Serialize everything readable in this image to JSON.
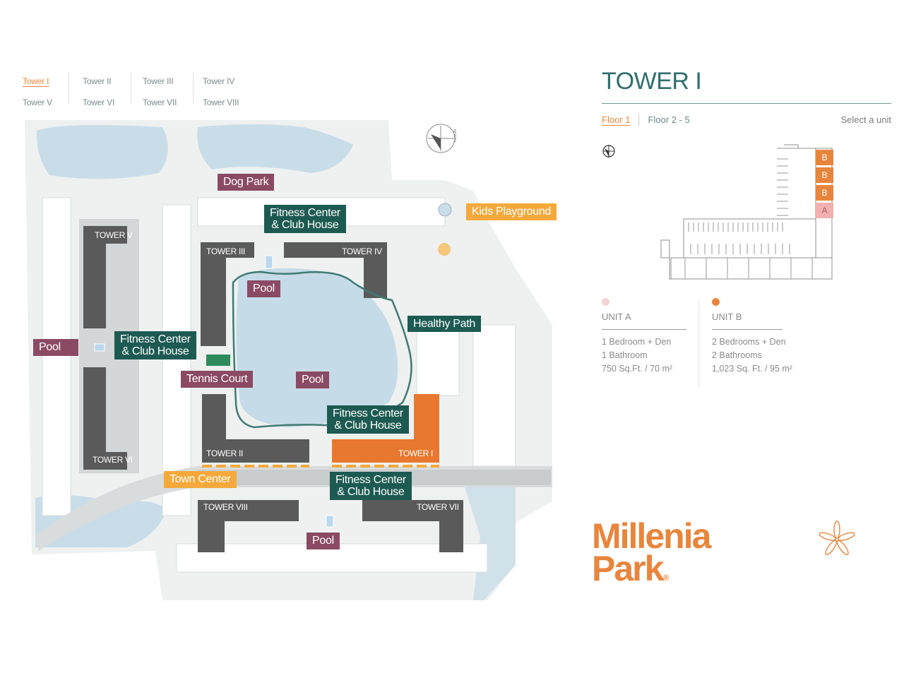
{
  "tower_nav": [
    "Tower I",
    "Tower II",
    "Tower III",
    "Tower IV",
    "Tower V",
    "Tower VI",
    "Tower VII",
    "Tower VIII"
  ],
  "map": {
    "dog_park": "Dog Park",
    "kids_playground": "Kids Playground",
    "healthy_path": "Healthy Path",
    "tennis_court": "Tennis Court",
    "town_center": "Town Center",
    "pool": "Pool",
    "fitness_line1": "Fitness Center",
    "fitness_line2": "& Club House",
    "compass": "NORTH",
    "towers": {
      "t1": "TOWER I",
      "t2": "TOWER II",
      "t3": "TOWER III",
      "t4": "TOWER IV",
      "t5": "TOWER V",
      "t6": "TOWER VI",
      "t7": "TOWER VII",
      "t8": "TOWER VIII"
    }
  },
  "detail": {
    "title": "TOWER I",
    "floor1": "Floor 1",
    "floor2": "Floor 2 - 5",
    "select_prompt": "Select a unit",
    "plan_units": [
      "B",
      "B",
      "B",
      "A"
    ],
    "units": [
      {
        "name": "UNIT A",
        "line1": "1 Bedroom + Den",
        "line2": "1 Bathroom",
        "line3": "750 Sq.Ft. / 70 m²",
        "color": "#f3d3d3"
      },
      {
        "name": "UNIT B",
        "line1": "2 Bedrooms + Den",
        "line2": "2 Bathrooms",
        "line3": "1,023 Sq. Ft. / 95 m²",
        "color": "#e8853d"
      }
    ]
  },
  "brand": {
    "line1": "Millenia",
    "line2": "Park",
    "reg": "®"
  },
  "colors": {
    "accent": "#e8853d",
    "teal": "#1d5a52",
    "purple": "#8b4a63",
    "yellow": "#f5a93b",
    "water": "#c9dde9",
    "building": "#5a5a5a"
  }
}
